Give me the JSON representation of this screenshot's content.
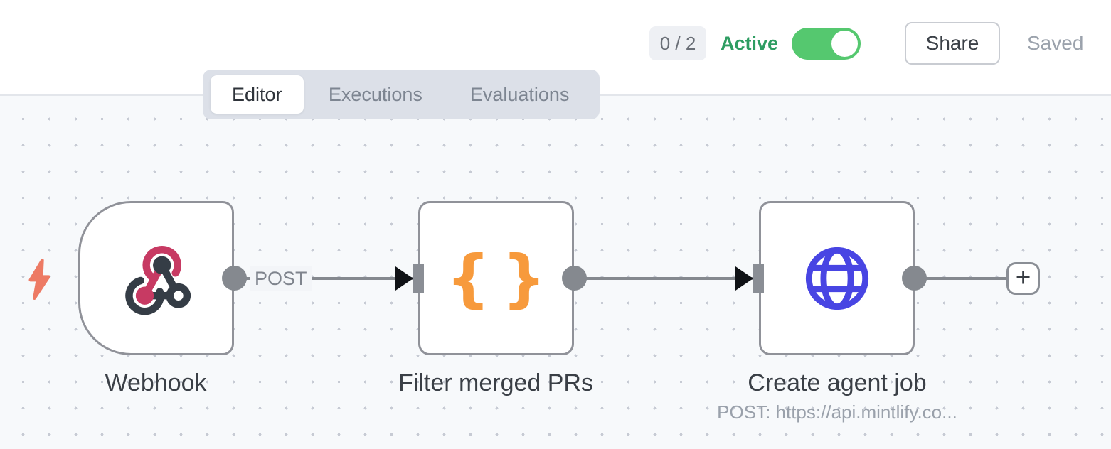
{
  "header": {
    "issues_counter": "0 / 2",
    "active_label": "Active",
    "toggle_state": "on",
    "share_label": "Share",
    "saved_label": "Saved"
  },
  "tabs": {
    "items": [
      {
        "label": "Editor",
        "active": true
      },
      {
        "label": "Executions",
        "active": false
      },
      {
        "label": "Evaluations",
        "active": false
      }
    ]
  },
  "canvas": {
    "nodes": [
      {
        "name": "Webhook",
        "icon": "webhook-icon",
        "output_label": "POST"
      },
      {
        "name": "Filter merged PRs",
        "icon": "curly-braces-icon"
      },
      {
        "name": "Create agent job",
        "icon": "globe-icon",
        "subtitle": "POST: https://api.mintlify.co..."
      }
    ],
    "add_button_label": "+"
  },
  "colors": {
    "toggle_green": "#55c86f",
    "active_text_green": "#2e9d62",
    "webhook_pink": "#c73a63",
    "webhook_slate": "#353d46",
    "braces_orange": "#f79a3c",
    "globe_blue": "#4845e3",
    "bolt_salmon": "#ed7a64",
    "connector_gray": "#85898f",
    "canvas_bg": "#f7f9fb"
  }
}
